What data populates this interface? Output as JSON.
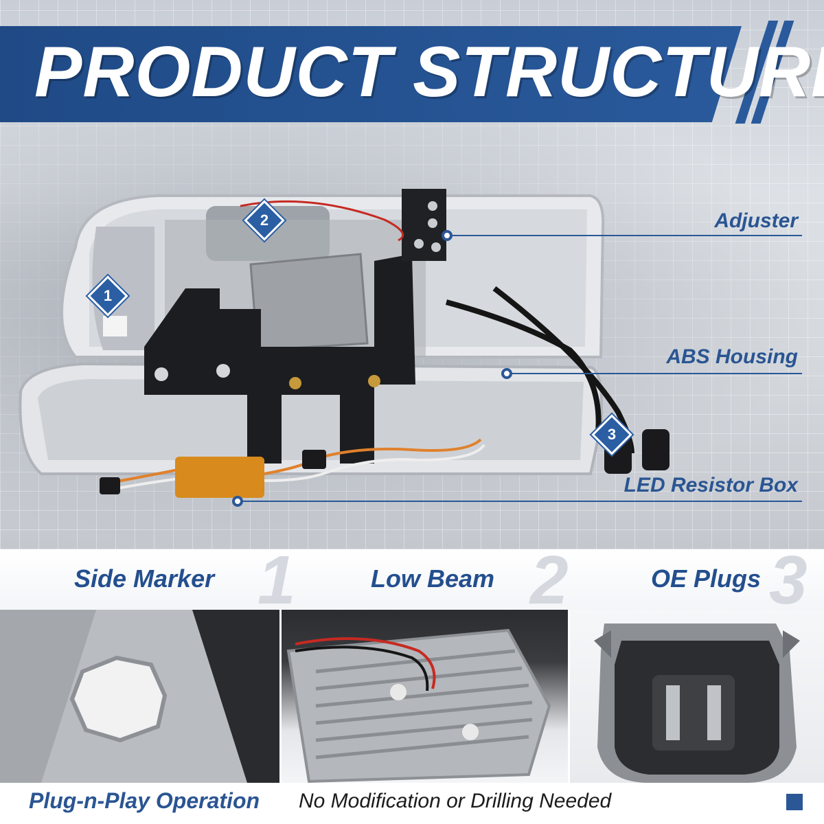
{
  "banner": {
    "title": "PRODUCT STRUCTURE"
  },
  "callouts": [
    {
      "label": "Adjuster"
    },
    {
      "label": "ABS Housing"
    },
    {
      "label": "LED Resistor Box"
    }
  ],
  "badges": [
    "1",
    "2",
    "3"
  ],
  "parts": [
    {
      "label": "Side Marker",
      "number": "1"
    },
    {
      "label": "Low Beam",
      "number": "2"
    },
    {
      "label": "OE Plugs",
      "number": "3"
    }
  ],
  "footer": {
    "headline": "Plug-n-Play Operation",
    "subtext": "No Modification or Drilling Needed"
  },
  "colors": {
    "brand_blue": "#2b5797",
    "banner_blue": "#1f4a86"
  }
}
